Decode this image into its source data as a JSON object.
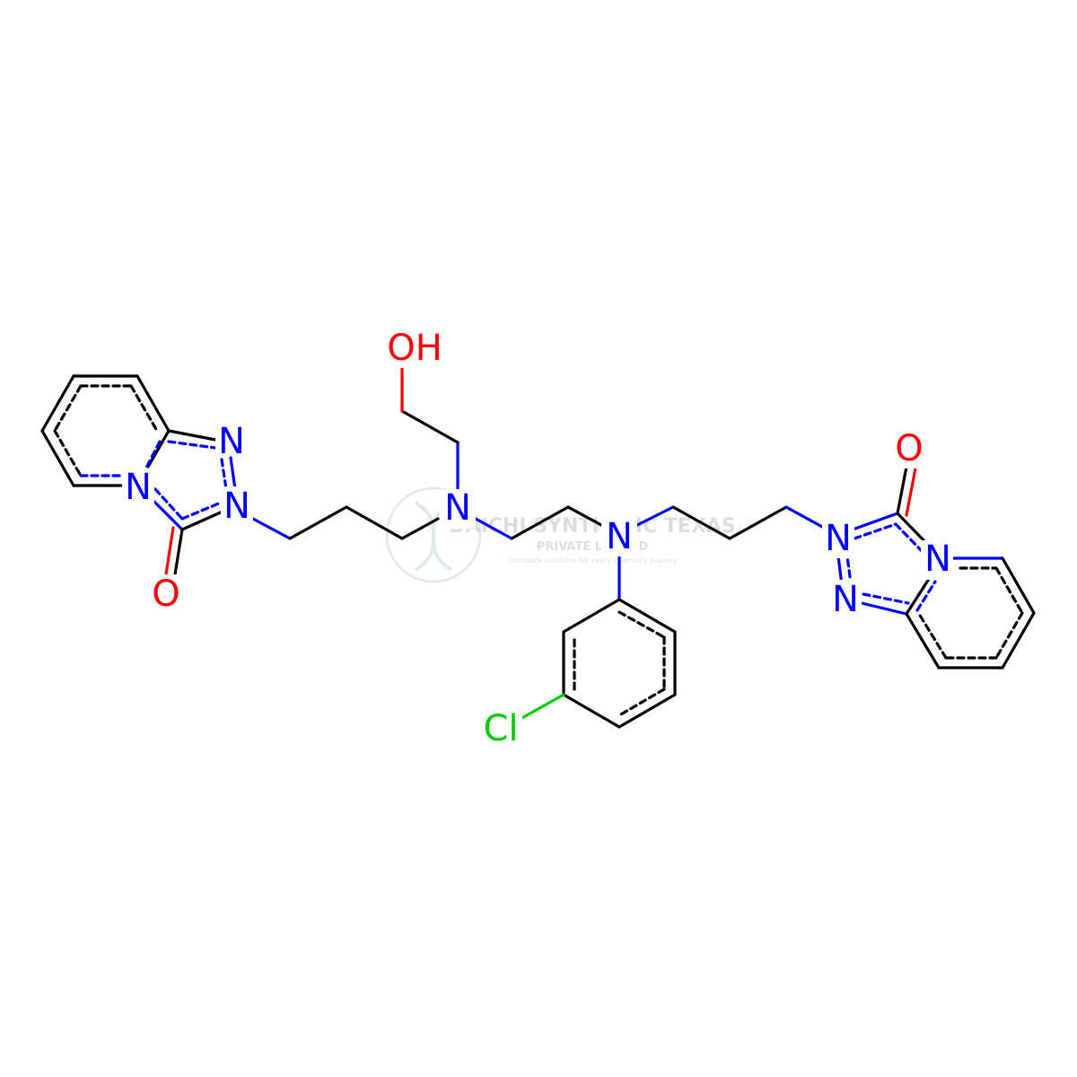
{
  "molecule": {
    "atoms": {
      "N1": "N",
      "N2": "N",
      "N3": "N",
      "O1": "O",
      "OH": "OH",
      "NC": "N",
      "NR": "N",
      "N4": "N",
      "N5": "N",
      "N6": "N",
      "O2": "O",
      "Cl": "Cl"
    },
    "colors": {
      "N": "#0000ff",
      "O": "#ff0000",
      "Cl": "#00cc00",
      "C": "#000000"
    }
  },
  "watermark": {
    "name": "DAICHI SYNTHETIC TEXAS",
    "subtitle": "PRIVATE LIMITED",
    "tagline": "Complete solutions for every chemist's journey"
  }
}
